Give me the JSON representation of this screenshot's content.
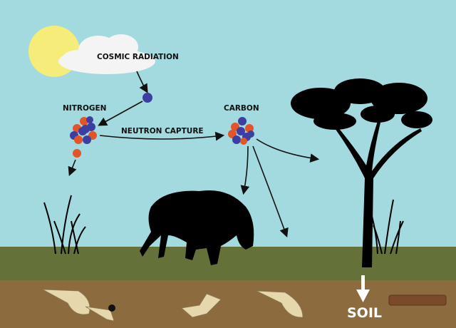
{
  "labels": {
    "cosmic_radiation": "COSMIC RADIATION",
    "nitrogen": "NITROGEN",
    "carbon": "CARBON",
    "neutron_capture": "NEUTRON CAPTURE",
    "soil": "SOIL"
  },
  "colors": {
    "sky": "#a2dadf",
    "grass": "#647239",
    "soil": "#8c6b3f",
    "sun": "#f5ec7a",
    "proton": "#e2542a",
    "neutron": "#3c3fa0",
    "silhouette": "#000000",
    "bone": "#e6d7ad"
  }
}
